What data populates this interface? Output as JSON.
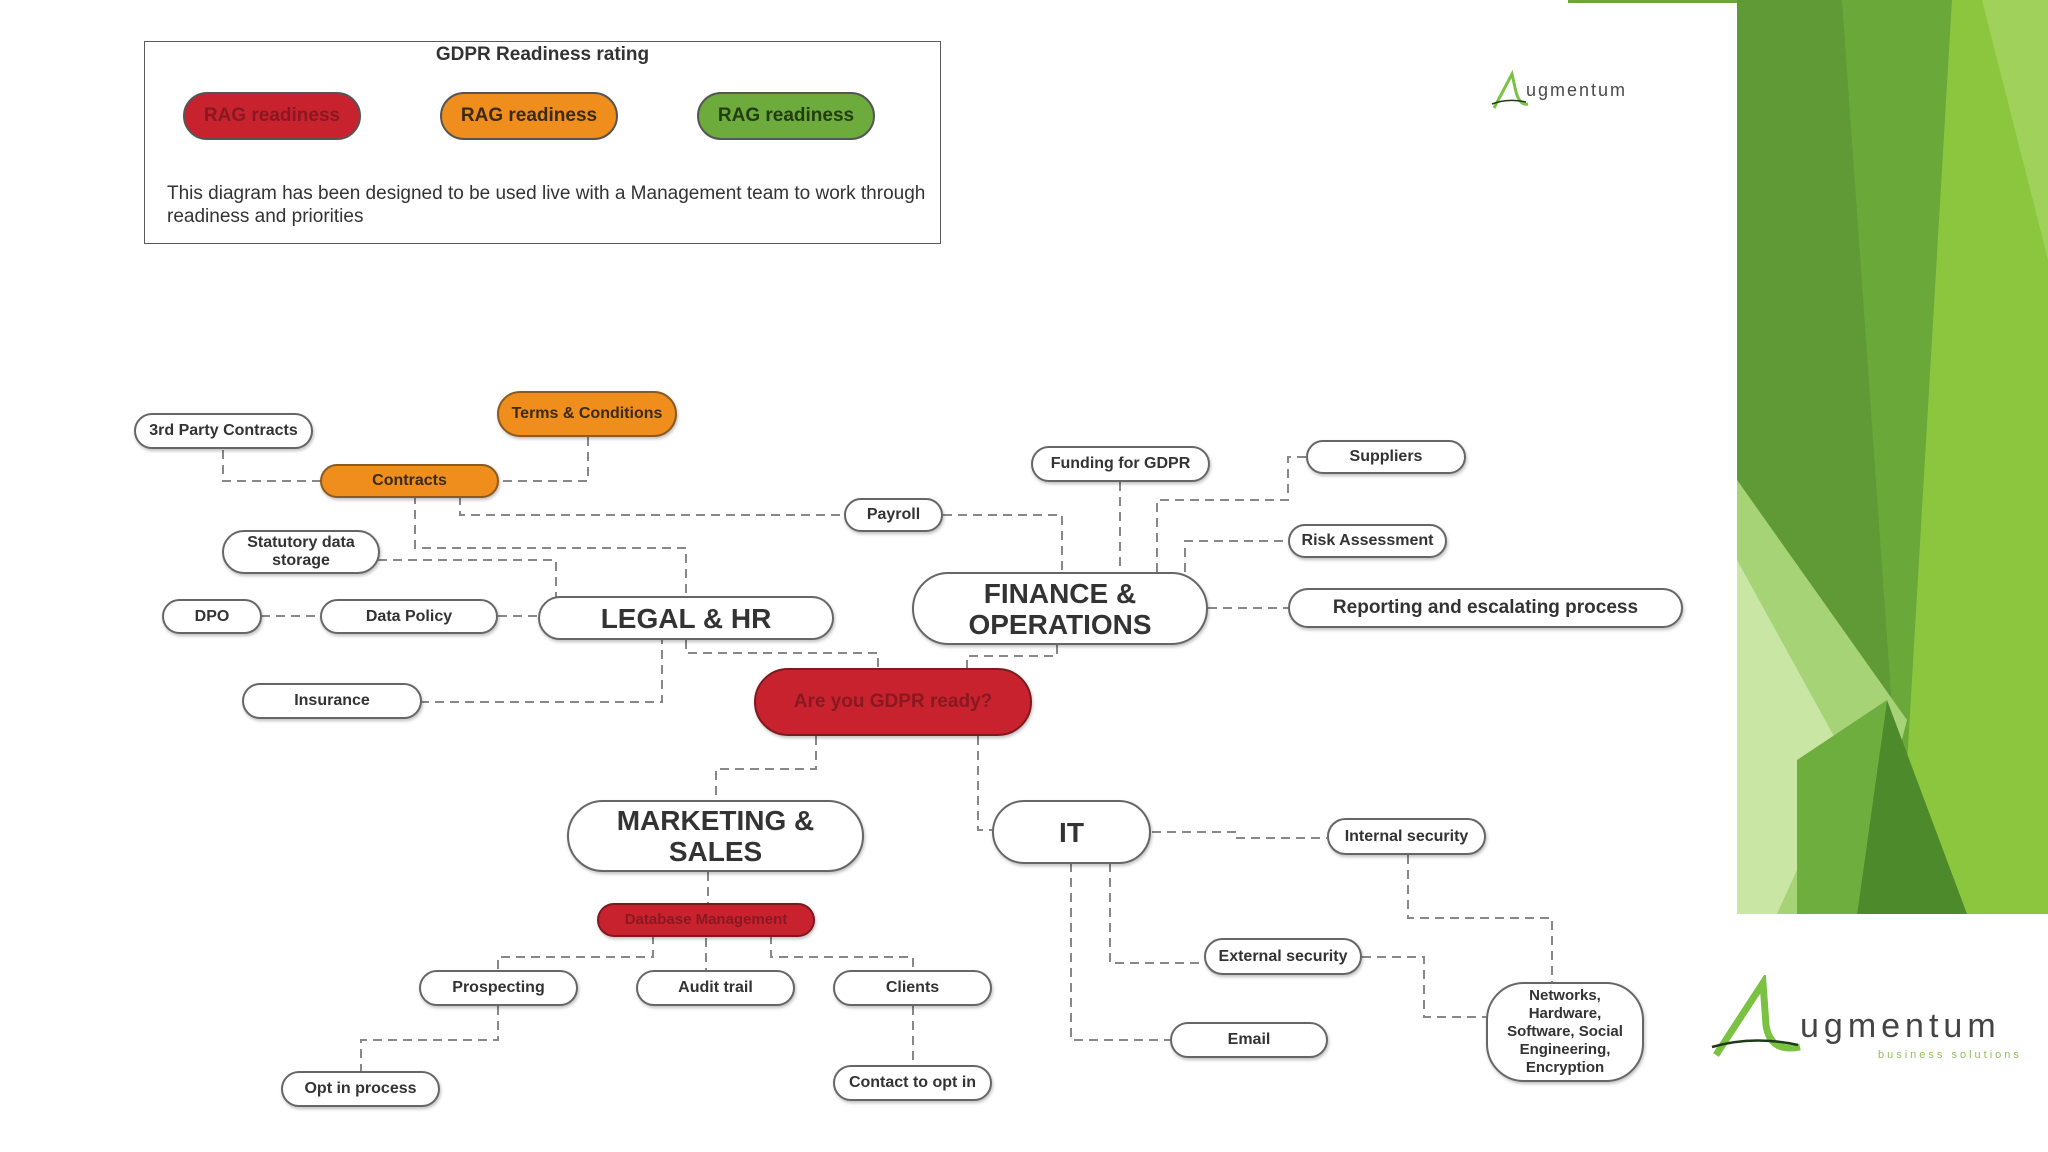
{
  "legend": {
    "title": "GDPR Readiness rating",
    "rag_labels": [
      "RAG readiness",
      "RAG readiness",
      "RAG readiness"
    ],
    "rag_colors": [
      "#c8222f",
      "#ef8e1d",
      "#6cab3c"
    ],
    "description": "This diagram has been designed to be used live with a Management team to work through readiness and priorities"
  },
  "brand": {
    "logo_small": "ugmentum",
    "logo_large": "ugmentum",
    "logo_tagline": "business solutions",
    "accent_color": "#7cc242"
  },
  "diagram": {
    "center": "Are you GDPR ready?",
    "legal_hr": "LEGAL & HR",
    "finance_line1": "FINANCE &",
    "finance_line2": "OPERATIONS",
    "marketing_line1": "MARKETING &",
    "marketing_line2": "SALES",
    "it": "IT",
    "contracts": "Contracts",
    "terms": "Terms & Conditions",
    "third_party": "3rd Party Contracts",
    "statutory_line1": "Statutory data",
    "statutory_line2": "storage",
    "dpo": "DPO",
    "data_policy": "Data Policy",
    "insurance": "Insurance",
    "payroll": "Payroll",
    "funding": "Funding for GDPR",
    "suppliers": "Suppliers",
    "risk": "Risk Assessment",
    "reporting": "Reporting and escalating process",
    "database": "Database Management",
    "prospecting": "Prospecting",
    "audit": "Audit trail",
    "clients": "Clients",
    "opt_in": "Opt in process",
    "contact_opt_in": "Contact to opt in",
    "internal_security": "Internal security",
    "external_security": "External security",
    "email": "Email",
    "networks_lines": [
      "Networks,",
      "Hardware,",
      "Software, Social",
      "Engineering,",
      "Encryption"
    ]
  }
}
